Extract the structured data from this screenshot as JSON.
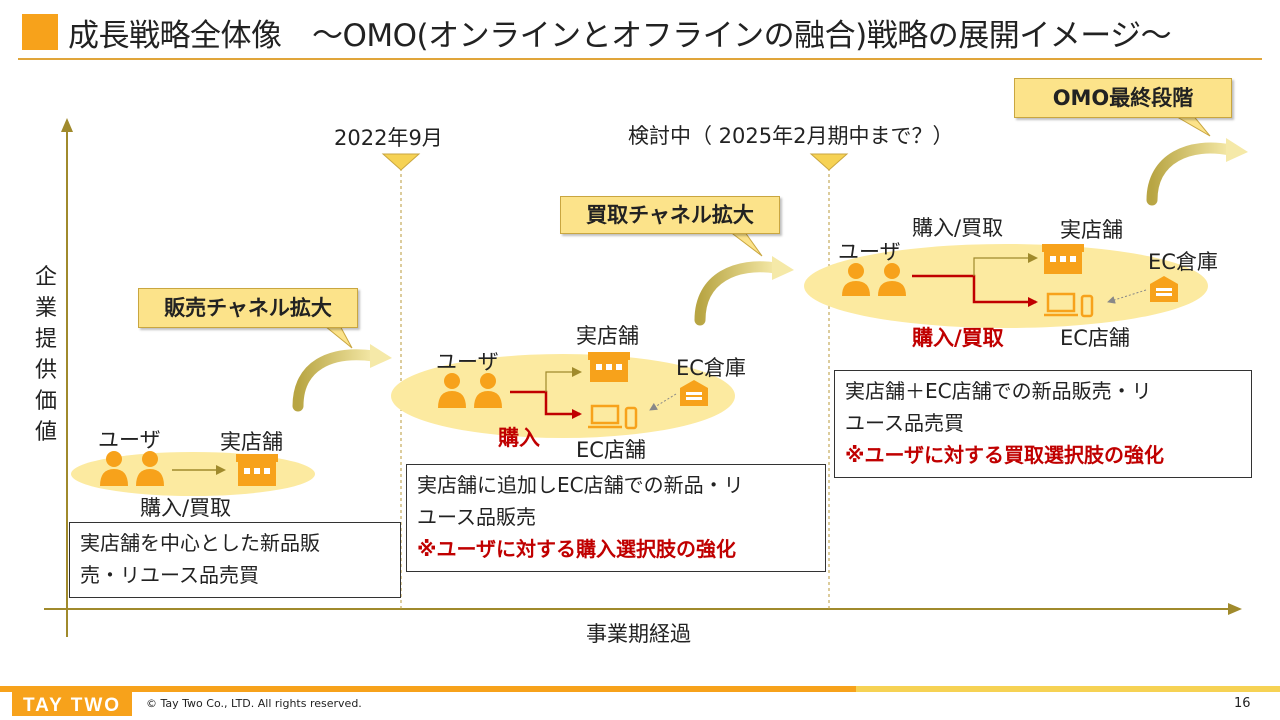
{
  "title": "成長戦略全体像　～OMO(オンラインとオフラインの融合)戦略の展開イメージ～",
  "y_axis_label": "企業提供価値",
  "x_axis_label": "事業期経過",
  "milestones": {
    "m1": "2022年9月",
    "m2": "検討中（ 2025年2月期中まで？）"
  },
  "callouts": {
    "c1": "販売チャネル拡大",
    "c2": "買取チャネル拡大",
    "c3": "OMO最終段階"
  },
  "stage1": {
    "user": "ユーザ",
    "store": "実店舗",
    "flow": "購入/買取",
    "desc_line1": "実店舗を中心とした新品販",
    "desc_line2": "売・リユース品売買"
  },
  "stage2": {
    "user": "ユーザ",
    "store": "実店舗",
    "warehouse": "EC倉庫",
    "ec": "EC店舗",
    "flow": "購入",
    "desc_line1": "実店舗に追加しEC店舗での新品・リ",
    "desc_line2": "ユース品販売",
    "desc_emphasis": "※ユーザに対する購入選択肢の強化"
  },
  "stage3": {
    "user": "ユーザ",
    "store": "実店舗",
    "warehouse": "EC倉庫",
    "ec": "EC店舗",
    "flow_top": "購入/買取",
    "flow_bottom": "購入/買取",
    "desc_line1": "実店舗＋EC店舗での新品販売・リ",
    "desc_line2": "ユース品売買",
    "desc_emphasis": "※ユーザに対する買取選択肢の強化"
  },
  "footer": {
    "logo": "TAY TWO",
    "copyright": "© Tay Two Co., LTD. All rights reserved.",
    "page": "16"
  },
  "colors": {
    "accent": "#F7A21B",
    "ellipse": "#FCEAA0",
    "arrow_red": "#C00000",
    "callout": "#FCE38A"
  }
}
